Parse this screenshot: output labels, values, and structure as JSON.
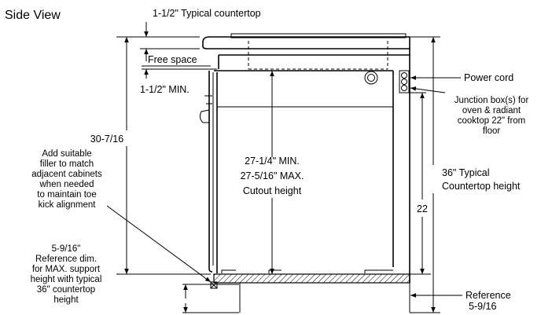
{
  "title": "Side View",
  "labels": {
    "countertop": "1-1/2\" Typical countertop",
    "free_space": "Free space",
    "min_clearance": "1-1/2\" MIN.",
    "left_height": "30-7/16",
    "filler": [
      "Add suitable",
      "filler to match",
      "adjacent cabinets",
      "when needed",
      "to maintain toe",
      "kick alignment"
    ],
    "cutout": [
      "27-1/4\" MIN.",
      "27-5/16\" MAX.",
      "Cutout height"
    ],
    "power_cord": "Power cord",
    "junction_box": [
      "Junction box(s) for",
      "oven & radiant",
      "cooktop 22\" from",
      "floor"
    ],
    "counter_height": [
      "36\" Typical",
      "Countertop height"
    ],
    "junction_height": "22",
    "reference_dim": [
      "5-9/16\"",
      "Reference dim.",
      "for MAX. support",
      "height with typical",
      "36\" countertop",
      "height"
    ],
    "reference": [
      "Reference",
      "5-9/16"
    ]
  }
}
